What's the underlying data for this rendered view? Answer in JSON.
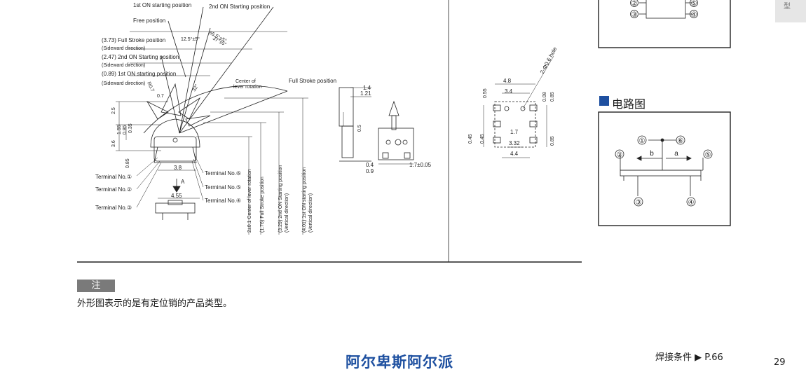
{
  "side_tab": "型",
  "front_view": {
    "angle_labels": [
      "1st ON starting position",
      "2nd ON Starting position",
      "Free position"
    ],
    "side_labels": [
      "(3.73) Full Stroke position",
      "(Sideward direction)",
      "(2.47) 2nd ON Starting position",
      "(Sideward direction)",
      "(0.89) 1st ON starting position",
      "(Sideward direction)"
    ],
    "center_label": [
      "Center of",
      "lever rotation"
    ],
    "full_stroke": "Full Stroke position",
    "angles": [
      "12.5°±5°",
      "65.5°±5°",
      "37°±5°",
      "32°",
      "R0.7",
      "0.7"
    ],
    "dims": [
      "2.5",
      "3.6",
      "1.55",
      "0.85",
      "0.35",
      "0.85",
      "3.8",
      "4.55"
    ],
    "terminals_left": [
      "Terminal No.①",
      "Terminal No.②",
      "Terminal No.③"
    ],
    "terminals_right": [
      "Terminal No.⑥",
      "Terminal No.⑤",
      "Terminal No.④"
    ],
    "arrow": "A",
    "vertical_labels": [
      "2±0.1 Center of lever rotation",
      "(1.76) Full Stroke position",
      "(3.29) 2nd ON Starting position",
      "(Vertical direction)",
      "(4.01) 1st ON starting position",
      "(Vertical direction)"
    ]
  },
  "side_view": {
    "dims": [
      "1.4",
      "1.21",
      "0.5",
      "0.4",
      "0.9",
      "1.7±0.05"
    ]
  },
  "pcb_view": {
    "hole": "2-Φ0.6 hole",
    "dims": [
      "4.8",
      "3.4",
      "0.55",
      "0.08",
      "0.85",
      "1.7",
      "3.32",
      "4.4",
      "0.45",
      "0.45",
      "0.85"
    ]
  },
  "circuit": {
    "title": "电路图",
    "labels": [
      "①",
      "⑥",
      "②",
      "⑤",
      "③",
      "④",
      "b",
      "a"
    ],
    "top_labels": [
      "②",
      "③",
      "⑤",
      "④"
    ]
  },
  "note": {
    "badge": "注",
    "text": "外形图表示的是有定位销的产品类型。"
  },
  "footer": {
    "brand": "阿尔卑斯阿尔派",
    "solder": "焊接条件 ▶ P.66",
    "page": "29"
  }
}
